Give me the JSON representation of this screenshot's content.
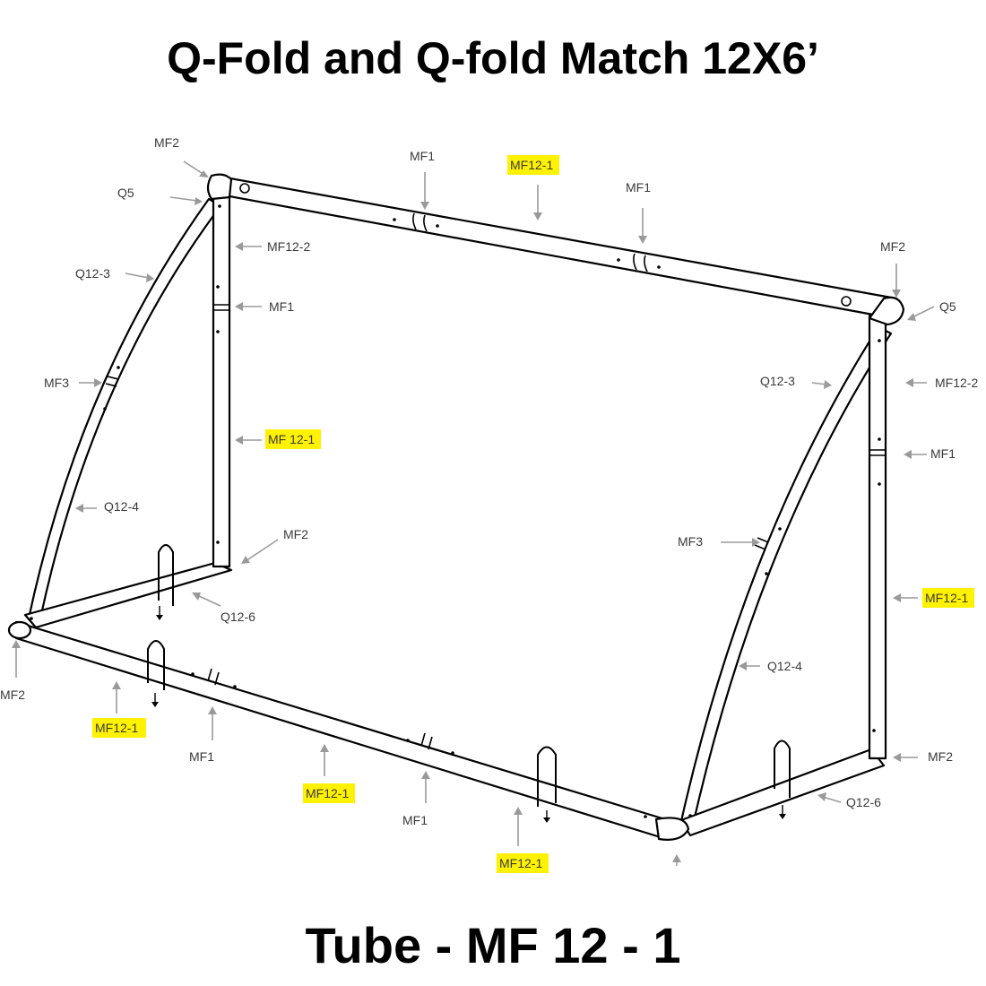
{
  "title": "Q-Fold and Q-fold Match 12X6’",
  "subtitle": "Tube - MF 12 - 1",
  "highlight_color": "#fff200",
  "labels": {
    "mf2_top_left": "MF2",
    "q5_left": "Q5",
    "mf1_top_a": "MF1",
    "mf12_1_top": "MF12-1",
    "mf1_top_b": "MF1",
    "mf2_top_right": "MF2",
    "q5_right": "Q5",
    "mf12_2_left": "MF12-2",
    "q12_3_left": "Q12-3",
    "mf1_post_left": "MF1",
    "mf3_left": "MF3",
    "mf12_1_post_left": "MF 12-1",
    "q12_4_left": "Q12-4",
    "mf2_post_left_bottom": "MF2",
    "q12_6_left": "Q12-6",
    "mf2_bottom_left": "MF2",
    "mf12_1_bottom_a": "MF12-1",
    "mf1_bottom_a": "MF1",
    "mf12_1_bottom_b": "MF12-1",
    "mf1_bottom_b": "MF1",
    "mf12_1_bottom_c": "MF12-1",
    "q12_3_right": "Q12-3",
    "mf12_2_right": "MF12-2",
    "mf1_post_right": "MF1",
    "mf3_right": "MF3",
    "mf12_1_post_right": "MF12-1",
    "q12_4_right": "Q12-4",
    "mf2_post_right_bottom": "MF2",
    "q12_6_right": "Q12-6"
  }
}
